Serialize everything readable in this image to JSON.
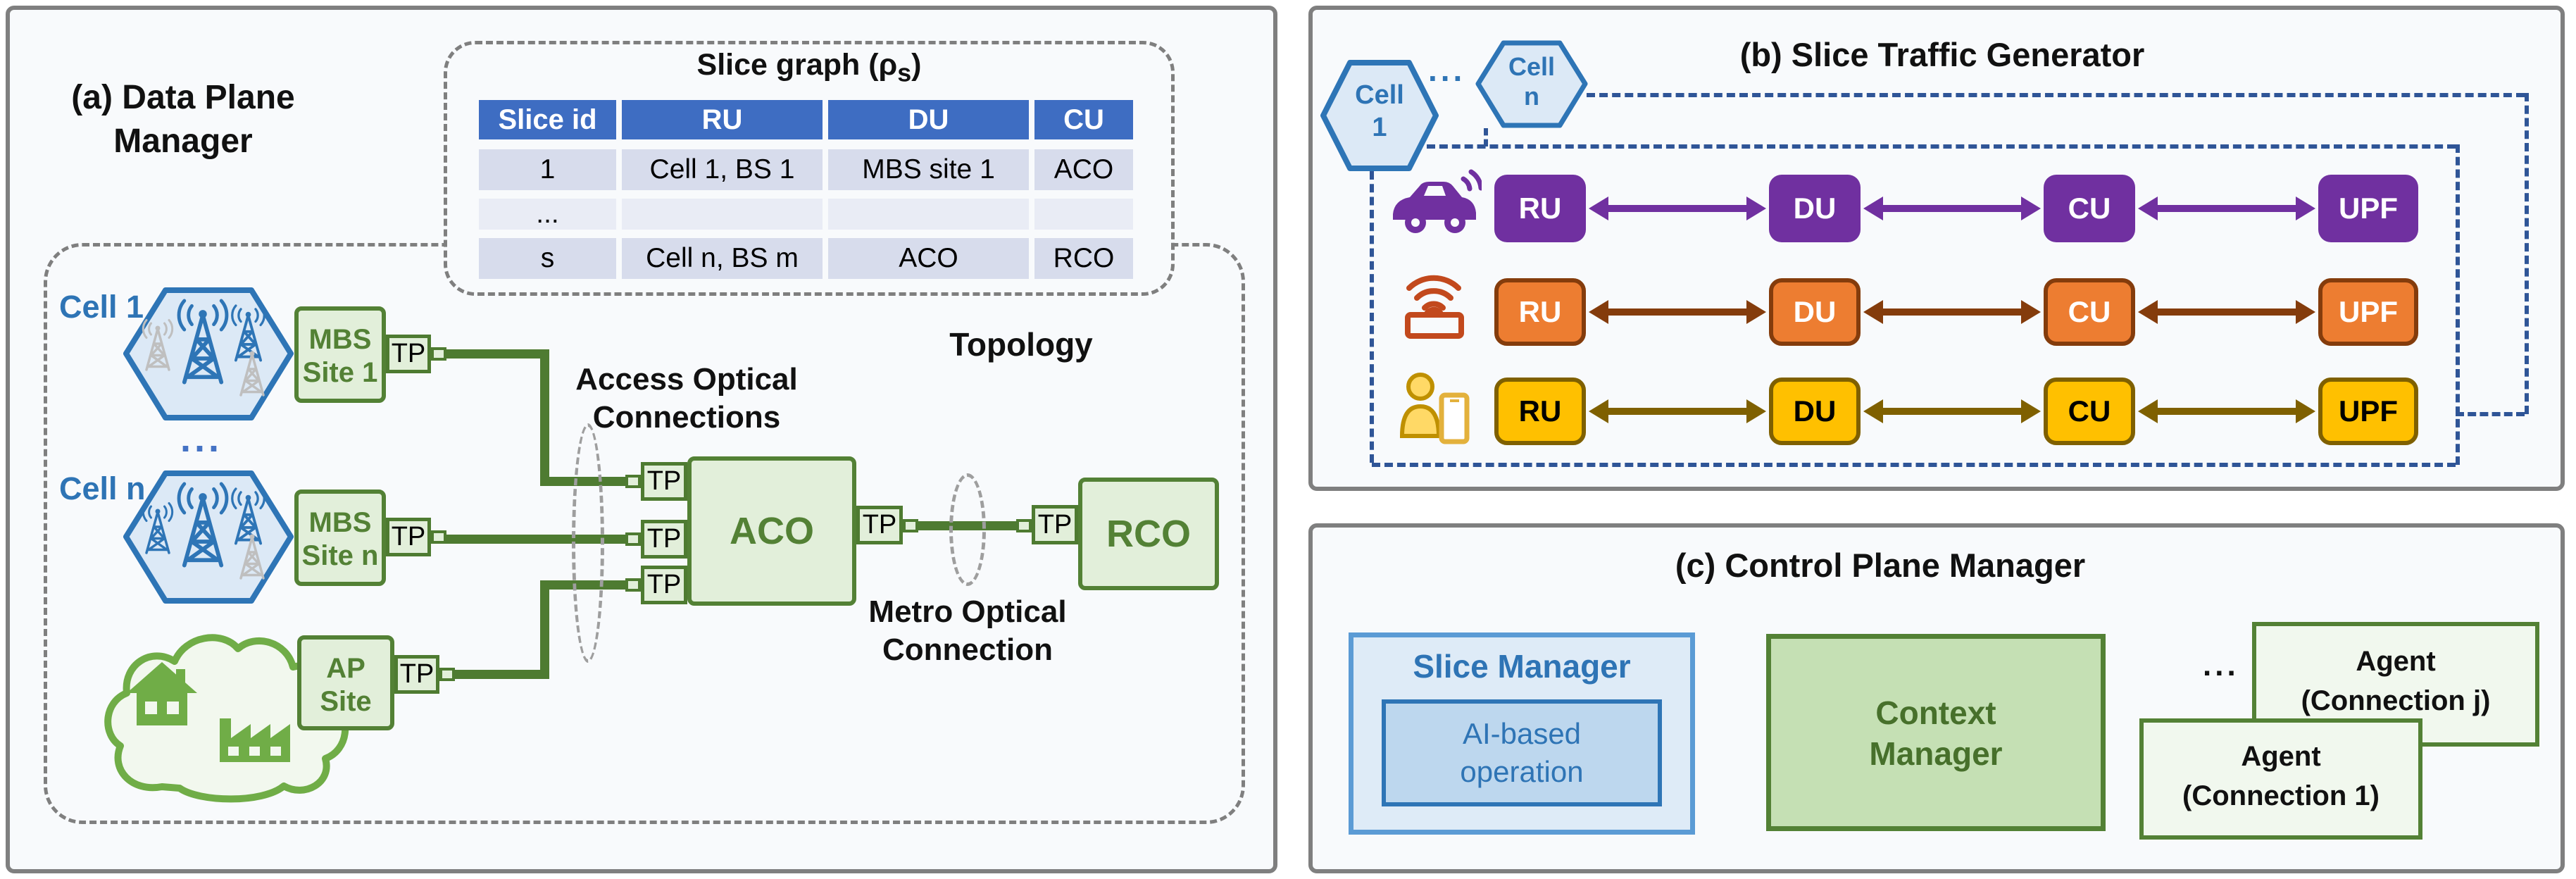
{
  "colors": {
    "panel-bg": "#F8FAFC",
    "panel-border": "#7F7F7F",
    "dash-gray": "#7F7F7F",
    "green-line": "#4E7B31",
    "green-border": "#538135",
    "green-fill": "#E2EFDA",
    "green-text": "#538135",
    "blue-border": "#2E75B6",
    "blue-fill": "#DCE9F6",
    "blue-text": "#2E74B5",
    "table-header": "#3E6DC2",
    "row-fill": "#D7DCEC",
    "row-fill-light": "#E9ECF5",
    "dash-blue": "#2F5597",
    "purple": "#7030A0",
    "orange-fill": "#ED7D31",
    "orange-border": "#843C0C",
    "yellow-fill": "#FFC000",
    "yellow-border": "#7F6000",
    "sm-fill": "#DEEBF7",
    "sm-border": "#5B9BD5",
    "ai-fill": "#BDD7EE",
    "cm-fill": "#C5E0B4",
    "agent-fill": "#F1F8EE",
    "cloud-green": "#70AD47",
    "gray-tower": "#BFBFBF",
    "ellipse-gray": "#9E9E9E"
  },
  "panel_a": {
    "title_line1": "(a)  Data Plane",
    "title_line2": "Manager",
    "slice_graph": {
      "title_main": "Slice graph (ρ",
      "title_sub": "s",
      "title_close": ")",
      "headers": [
        "Slice id",
        "RU",
        "DU",
        "CU"
      ],
      "rows": [
        {
          "cells": [
            "1",
            "Cell 1, BS 1",
            "MBS site 1",
            "ACO"
          ]
        },
        {
          "cells": [
            "...",
            "",
            "",
            ""
          ]
        },
        {
          "cells": [
            "s",
            "Cell n, BS m",
            "ACO",
            "RCO"
          ]
        }
      ]
    },
    "topology_label": "Topology",
    "cell1_label": "Cell 1",
    "celln_label": "Cell n",
    "dots": "...",
    "mbs1_line1": "MBS",
    "mbs1_line2": "Site 1",
    "mbsn_line1": "MBS",
    "mbsn_line2": "Site n",
    "ap_line1": "AP",
    "ap_line2": "Site",
    "tp_label": "TP",
    "aco_label": "ACO",
    "rco_label": "RCO",
    "access_line1": "Access Optical",
    "access_line2": "Connections",
    "metro_line1": "Metro Optical",
    "metro_line2": "Connection"
  },
  "panel_b": {
    "title": "(b) Slice Traffic Generator",
    "cell1_line1": "Cell",
    "cell1_line2": "1",
    "celln_line1": "Cell",
    "celln_line2": "n",
    "dots": "...",
    "rows": [
      {
        "icon": "car-icon",
        "units": [
          "RU",
          "DU",
          "CU",
          "UPF"
        ]
      },
      {
        "icon": "iot-device-icon",
        "units": [
          "RU",
          "DU",
          "CU",
          "UPF"
        ]
      },
      {
        "icon": "user-phone-icon",
        "units": [
          "RU",
          "DU",
          "CU",
          "UPF"
        ]
      }
    ]
  },
  "panel_c": {
    "title": "(c) Control Plane Manager",
    "slice_manager_title": "Slice Manager",
    "ai_line1": "AI-based",
    "ai_line2": "operation",
    "context_line1": "Context",
    "context_line2": "Manager",
    "dots": "...",
    "agent_j_line1": "Agent",
    "agent_j_line2": "(Connection j)",
    "agent_1_line1": "Agent",
    "agent_1_line2": "(Connection 1)"
  }
}
